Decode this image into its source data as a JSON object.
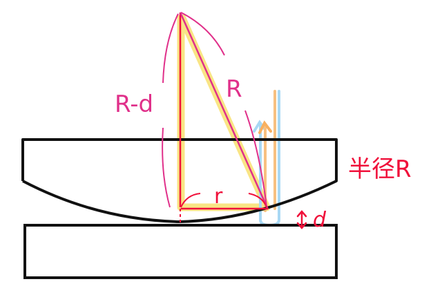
{
  "labels": {
    "r_minus_d": "R-d",
    "big_r": "R",
    "small_r": "r",
    "radius_label": "半径R",
    "gap_d": "d"
  },
  "colors": {
    "outline": "#111111",
    "magenta": "#e0308a",
    "red": "#f0103a",
    "yellow": "#f8e070",
    "blue": "#a8d8f4",
    "orange": "#f8c080"
  }
}
